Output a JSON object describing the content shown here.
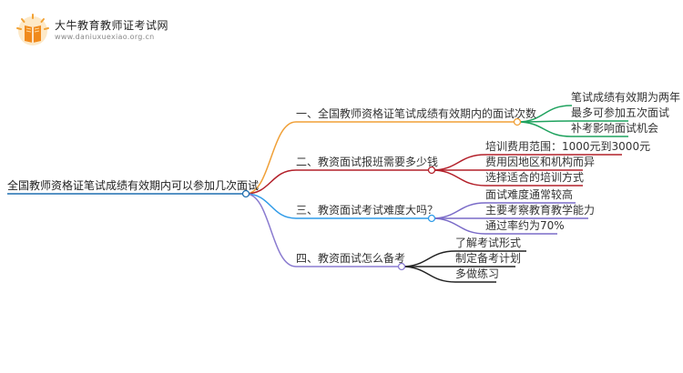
{
  "brand": {
    "name": "大牛教育教师证考试网",
    "url": "www.daniuxuexiao.org.cn"
  },
  "colors": {
    "root": "#1f6fb0",
    "branch1": "#f0a037",
    "branch2": "#b3202a",
    "branch3": "#2f9be8",
    "branch4": "#8a7bd0",
    "leaf1": "#1fa25e",
    "leaf2": "#b3202a",
    "leaf3": "#7a6bc8",
    "leaf4": "#222222"
  },
  "mindmap": {
    "root": "全国教师资格证笔试成绩有效期内可以参加几次面试",
    "branches": [
      {
        "label": "一、全国教师资格证笔试成绩有效期内的面试次数",
        "children": [
          "笔试成绩有效期为两年",
          "最多可参加五次面试",
          "补考影响面试机会"
        ]
      },
      {
        "label": "二、教资面试报班需要多少钱",
        "children": [
          "培训费用范围：1000元到3000元",
          "费用因地区和机构而异",
          "选择适合的培训方式"
        ]
      },
      {
        "label": "三、教资面试考试难度大吗？",
        "children": [
          "面试难度通常较高",
          "主要考察教育教学能力",
          "通过率约为70%"
        ]
      },
      {
        "label": "四、教资面试怎么备考",
        "children": [
          "了解考试形式",
          "制定备考计划",
          "多做练习"
        ]
      }
    ]
  }
}
